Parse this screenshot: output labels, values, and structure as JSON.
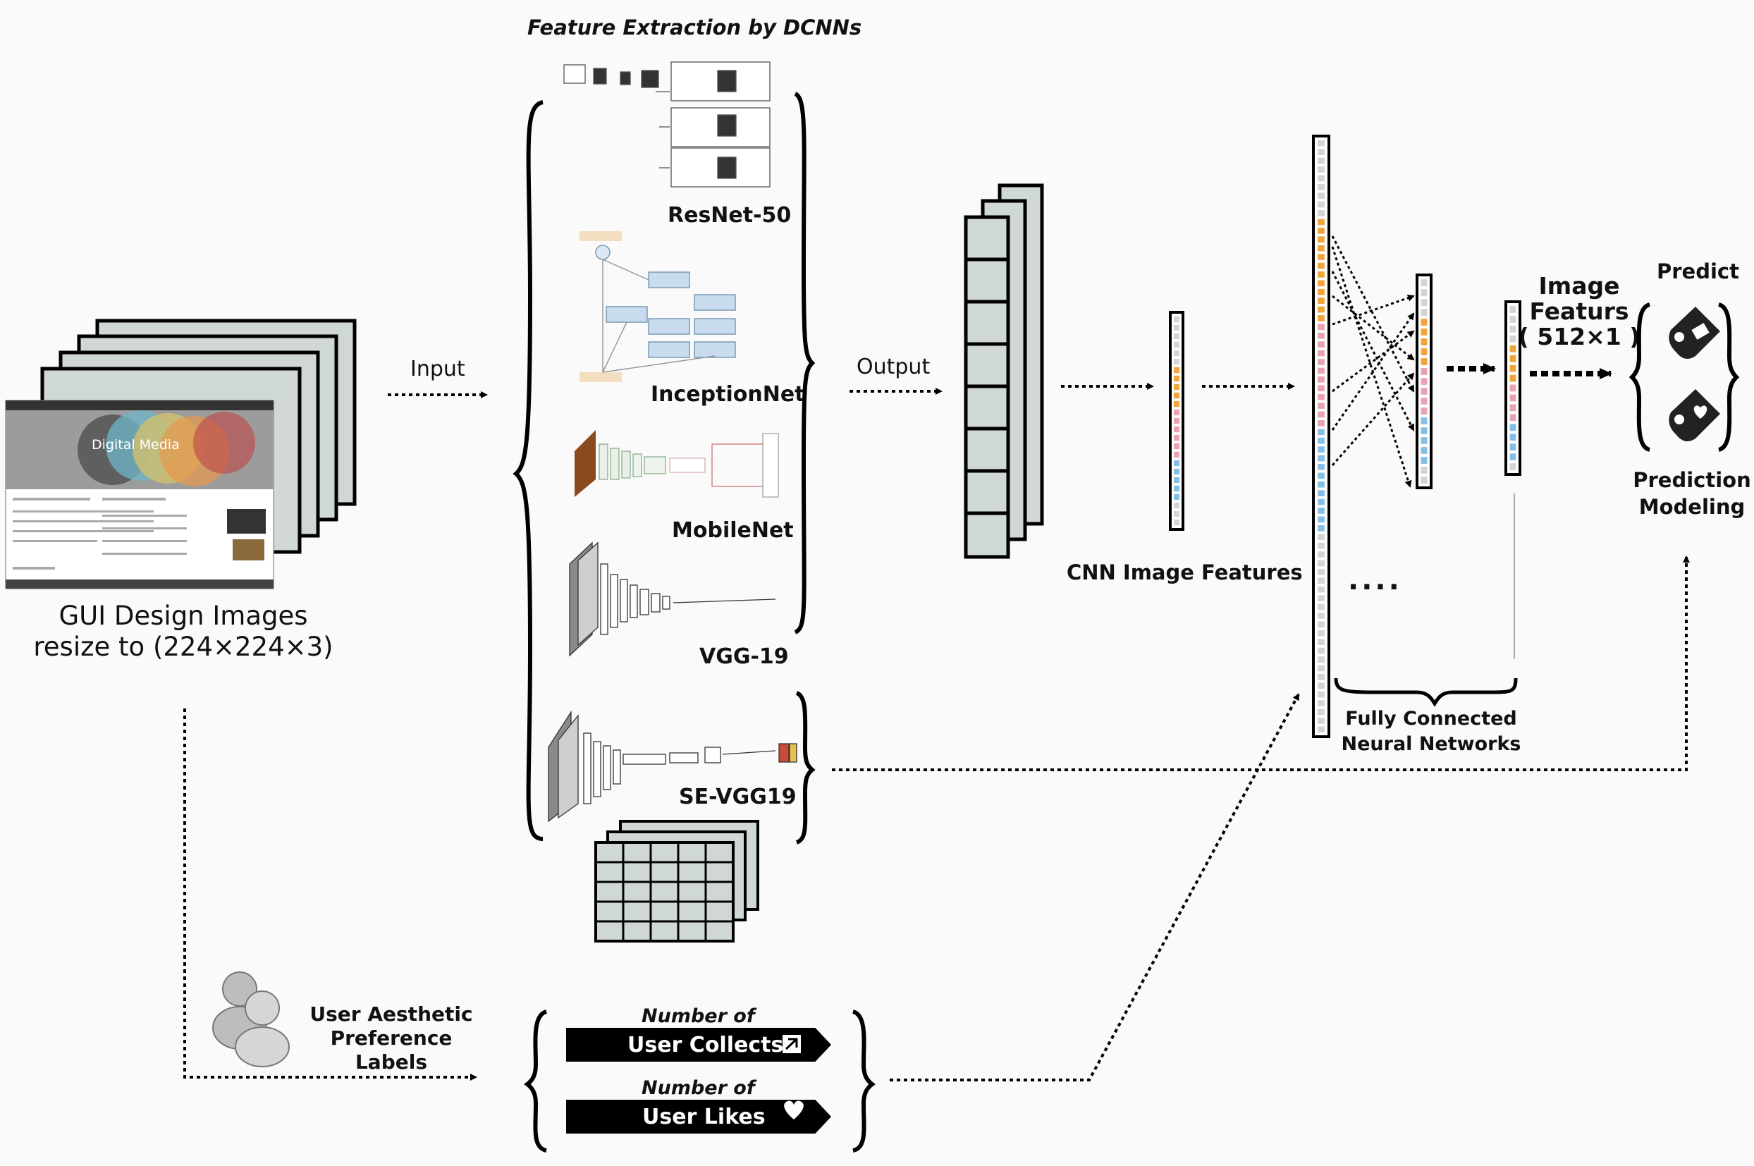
{
  "title": "Feature Extraction by DCNNs",
  "input_label": "Input",
  "output_label": "Output",
  "gui_images_label": [
    "GUI Design Images",
    "resize to (224×224×3)"
  ],
  "screenshot_banner": "Digital Media",
  "networks": [
    "ResNet-50",
    "InceptionNet",
    "MobileNet",
    "VGG-19",
    "SE-VGG19"
  ],
  "cnn_features_label": "CNN Image Features",
  "fc_label": [
    "Fully Connected",
    "Neural Networks"
  ],
  "image_features_label": [
    "Image",
    "Featurs",
    "( 512×1 )"
  ],
  "predict_label": "Predict",
  "prediction_label": [
    "Prediction",
    "Modeling"
  ],
  "user_labels_title": [
    "User Aesthetic",
    "Preference Labels"
  ],
  "number_of": "Number of",
  "user_collects": "User Collects",
  "user_likes": "User Likes",
  "ellipsis": "····",
  "colors": {
    "orange": "#f0a43a",
    "pink": "#e8a3b0",
    "blue": "#86bfe6",
    "panel": "#cfd8d5",
    "gray": "#d4d4d4"
  }
}
